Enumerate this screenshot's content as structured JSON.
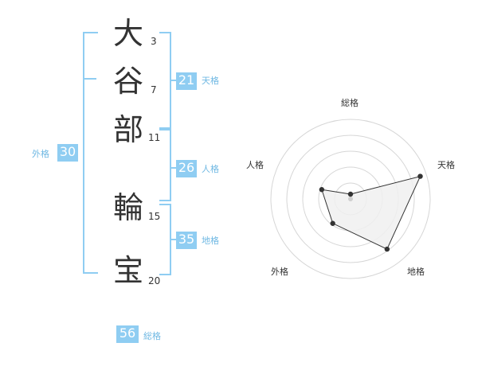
{
  "name": {
    "chars": [
      {
        "char": "大",
        "strokes": "3"
      },
      {
        "char": "谷",
        "strokes": "7"
      },
      {
        "char": "部",
        "strokes": "11"
      },
      {
        "char": "輪",
        "strokes": "15"
      },
      {
        "char": "宝",
        "strokes": "20"
      }
    ]
  },
  "fortunes": {
    "tenkaku": {
      "value": "21",
      "label": "天格"
    },
    "jinkaku": {
      "value": "26",
      "label": "人格"
    },
    "chikaku": {
      "value": "35",
      "label": "地格"
    },
    "gaikaku": {
      "value": "30",
      "label": "外格"
    },
    "soukaku": {
      "value": "56",
      "label": "総格"
    }
  },
  "radar": {
    "axes": [
      {
        "label": "総格",
        "value": 0.06
      },
      {
        "label": "天格",
        "value": 0.92
      },
      {
        "label": "地格",
        "value": 0.78
      },
      {
        "label": "外格",
        "value": 0.38
      },
      {
        "label": "人格",
        "value": 0.38
      }
    ],
    "colors": {
      "ring": "#d6d6d6",
      "fill": "#f0f0f0",
      "line": "#333333",
      "point": "#333333",
      "center": "#cfcfcf",
      "accent": "#8fcdf2"
    }
  }
}
